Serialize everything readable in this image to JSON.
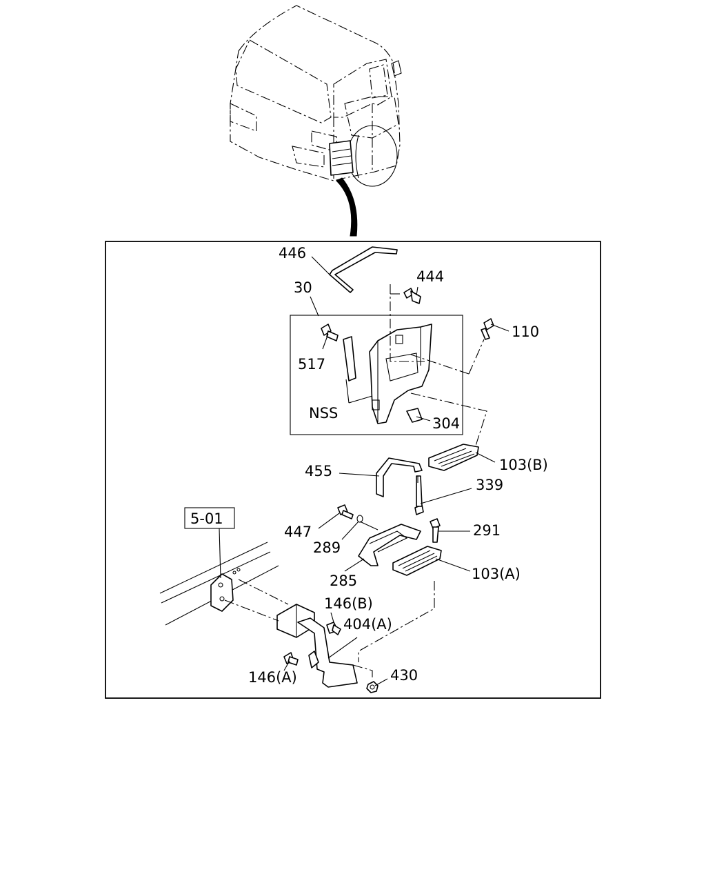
{
  "reference_box": "5-01",
  "callouts": {
    "p446": "446",
    "p30": "30",
    "p444": "444",
    "p110": "110",
    "p517": "517",
    "nss": "NSS",
    "p304": "304",
    "p455": "455",
    "p103b": "103(B)",
    "p339": "339",
    "p447": "447",
    "p291": "291",
    "p289": "289",
    "p285": "285",
    "p103a": "103(A)",
    "p146b": "146(B)",
    "p404a": "404(A)",
    "p146a": "146(A)",
    "p430": "430"
  }
}
